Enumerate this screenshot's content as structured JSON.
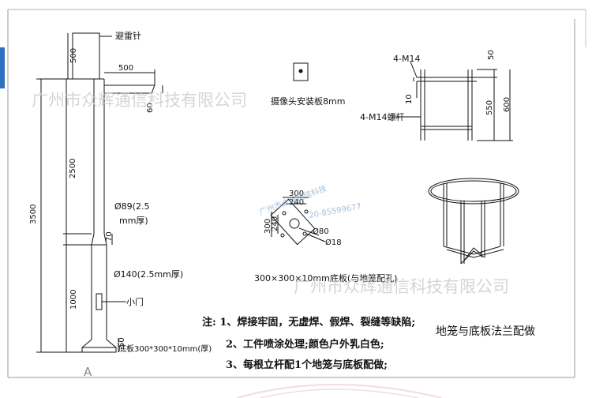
{
  "pole": {
    "lightning_rod": "避雷针",
    "dim_500_top": "500",
    "dim_500_arm": "500",
    "dim_60": "60",
    "dim_2500": "2500",
    "dim_3500": "3500",
    "dim_1000": "1000",
    "dim_70": "70",
    "dim_50": "50",
    "upper_tube": "Ø89(2.5",
    "upper_tube_2": "mm厚)",
    "lower_tube": "Ø140(2.5mm厚)",
    "door": "小门",
    "base_plate": "底板300*300*10mm(厚)",
    "point_a": "A"
  },
  "camera_plate": {
    "label": "摄像头安装板8mm"
  },
  "base_plate_detail": {
    "dim_300_top": "300",
    "dim_240_top": "240",
    "dim_300_left": "300",
    "dim_240_left": "240",
    "hole_80": "Ø80",
    "hole_18": "Ø18",
    "caption": "300×300×10mm底板(与地笼配孔)"
  },
  "anchor_cage": {
    "bolt_top": "4-M14",
    "bolt_side": "4-M14螺杆",
    "dim_10": "10",
    "dim_50": "50",
    "dim_550": "550",
    "dim_600": "600",
    "caption": "地笼与底板法兰配做"
  },
  "notes": [
    "注: 1、焊接牢固，无虚焊、假焊、裂缝等缺陷;",
    "2、工件喷涂处理;颜色户外乳白色;",
    "3、每根立杆配1个地笼与底板配做;"
  ],
  "watermark": {
    "company": "广州市众辉通信科技有限公司",
    "small_company": "广州市众辉通信科技",
    "phone": "20-85599677"
  }
}
